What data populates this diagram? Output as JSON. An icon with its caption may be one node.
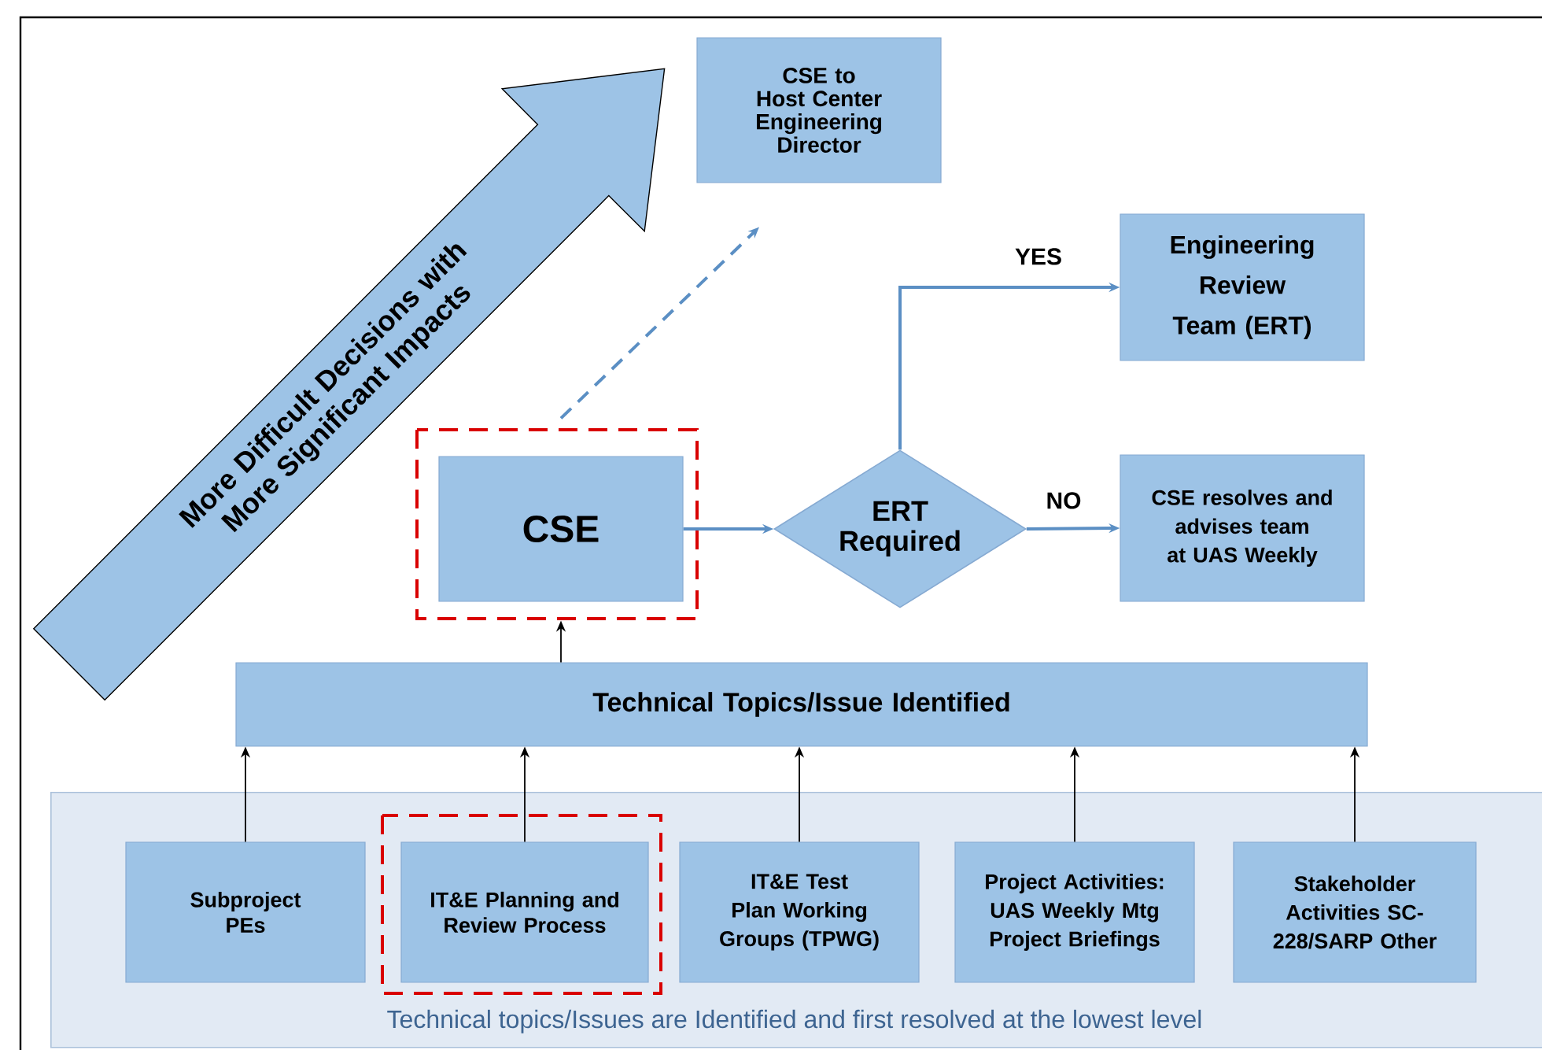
{
  "diagram": {
    "nodes": [
      {
        "text": [
          "CSE to Host Center Engineering Director"
        ]
      },
      {
        "text": [
          "More Difficult Decisions with More Significant Impacts"
        ]
      },
      {
        "text": [
          "CSE"
        ]
      },
      {
        "text": [
          "ERT Required"
        ]
      },
      {
        "text": [
          "Engineering Review Team (ERT)"
        ]
      },
      {
        "text": [
          "CSE resolves and advises team at UAS Weekly"
        ]
      },
      {
        "text": [
          "Technical Topics/Issue Identified"
        ]
      },
      {
        "text": [
          "Technical topics/Issues are Identified and first resolved at the lowest level"
        ]
      },
      {
        "text": [
          "Subproject PEs"
        ],
        "in": 7
      },
      {
        "text": [
          "IT&E Planning and Review Process"
        ],
        "in": 7
      },
      {
        "text": [
          "IT&E Test Plan Working Groups (TPWG)"
        ],
        "in": 7
      },
      {
        "text": [
          "Project Activities: UAS Weekly Mtg Project Briefings"
        ],
        "in": 7
      },
      {
        "text": [
          "Stakeholder Activities SC-228/SARP Other"
        ],
        "in": 7
      }
    ],
    "edges": [
      {
        "from": 2,
        "to": 0,
        "arrow": "to",
        "style": "dashed",
        "color": "#5b8fc4"
      },
      {
        "from": 2,
        "to": 3,
        "arrow": "to",
        "color": "#5b8fc4"
      },
      {
        "from": 3,
        "to": 4,
        "arrow": "to",
        "label": "YES",
        "color": "#5b8fc4"
      },
      {
        "from": 3,
        "to": 5,
        "arrow": "to",
        "label": "NO",
        "color": "#5b8fc4"
      },
      {
        "from": 6,
        "to": 2,
        "arrow": "to"
      },
      {
        "from": 8,
        "to": 6,
        "arrow": "to"
      },
      {
        "from": 9,
        "to": 6,
        "arrow": "to"
      },
      {
        "from": 10,
        "to": 6,
        "arrow": "to"
      },
      {
        "from": 11,
        "to": 6,
        "arrow": "to"
      },
      {
        "from": 12,
        "to": 6,
        "arrow": "to"
      }
    ]
  }
}
